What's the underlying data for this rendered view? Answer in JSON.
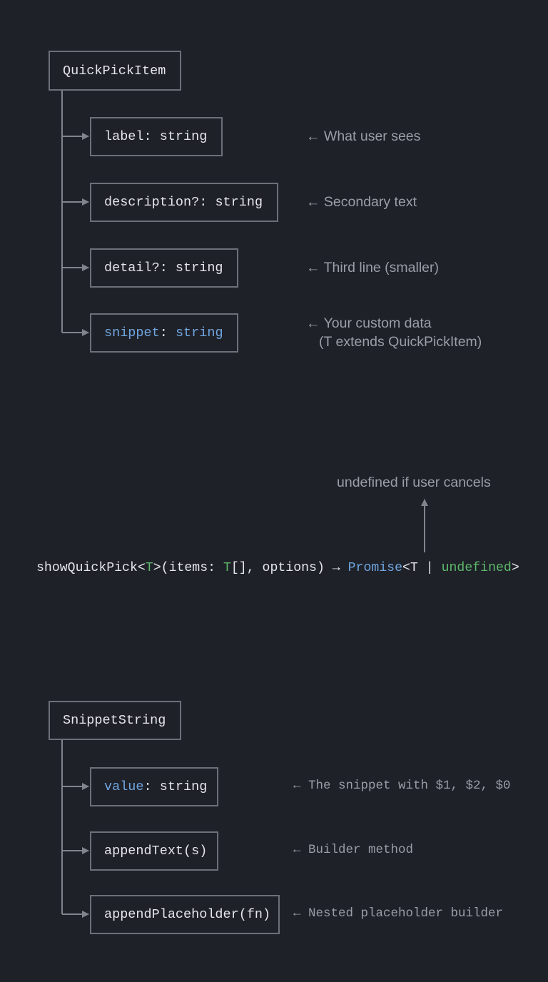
{
  "quickpick": {
    "root": "QuickPickItem",
    "fields": [
      {
        "name": "label",
        "type": ": string",
        "note": "← What user sees"
      },
      {
        "name": "description?",
        "type": ": string",
        "note": "← Secondary text"
      },
      {
        "name": "detail?",
        "type": ": string",
        "note": "← Third line (smaller)"
      },
      {
        "name": "snippet",
        "colon": ": ",
        "type": "string",
        "note": "← Your custom data",
        "note2": "(T extends QuickPickItem)"
      }
    ]
  },
  "signature": {
    "fn": "showQuickPick<",
    "t1": "T",
    "mid1": ">(items: ",
    "t2": "T",
    "mid2": "[], options) → ",
    "promise": "Promise",
    "lt": "<T | ",
    "undef": "undefined",
    "gt": ">",
    "note": "undefined if user cancels"
  },
  "snippet_string": {
    "root": "SnippetString",
    "members": [
      {
        "name": "value",
        "rest": ": string",
        "note": "← The snippet with $1, $2, $0"
      },
      {
        "name": "appendText(s)",
        "note": "← Builder method"
      },
      {
        "name": "appendPlaceholder(fn)",
        "note": "← Nested placeholder builder"
      }
    ]
  },
  "colors": {
    "background": "#1f2129",
    "border": "#6b7079",
    "blue": "#6fa6df",
    "green": "#5db86a",
    "annotation": "#9a9ea6"
  }
}
